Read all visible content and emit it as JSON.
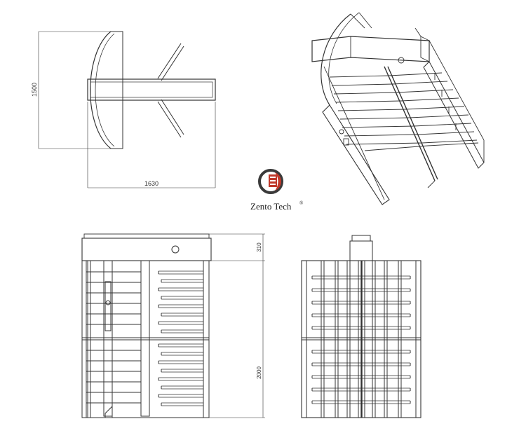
{
  "drawing": {
    "top_view": {
      "dim_height": "1500",
      "dim_width": "1630"
    },
    "front_view": {
      "dim_top": "310",
      "dim_height": "2000"
    }
  },
  "logo": {
    "brand": "Zento Tech",
    "registered_mark": "®",
    "colors": {
      "ring": "#3a3a3a",
      "accent": "#c0392b"
    }
  },
  "colors": {
    "line": "#333333",
    "background": "#ffffff"
  }
}
